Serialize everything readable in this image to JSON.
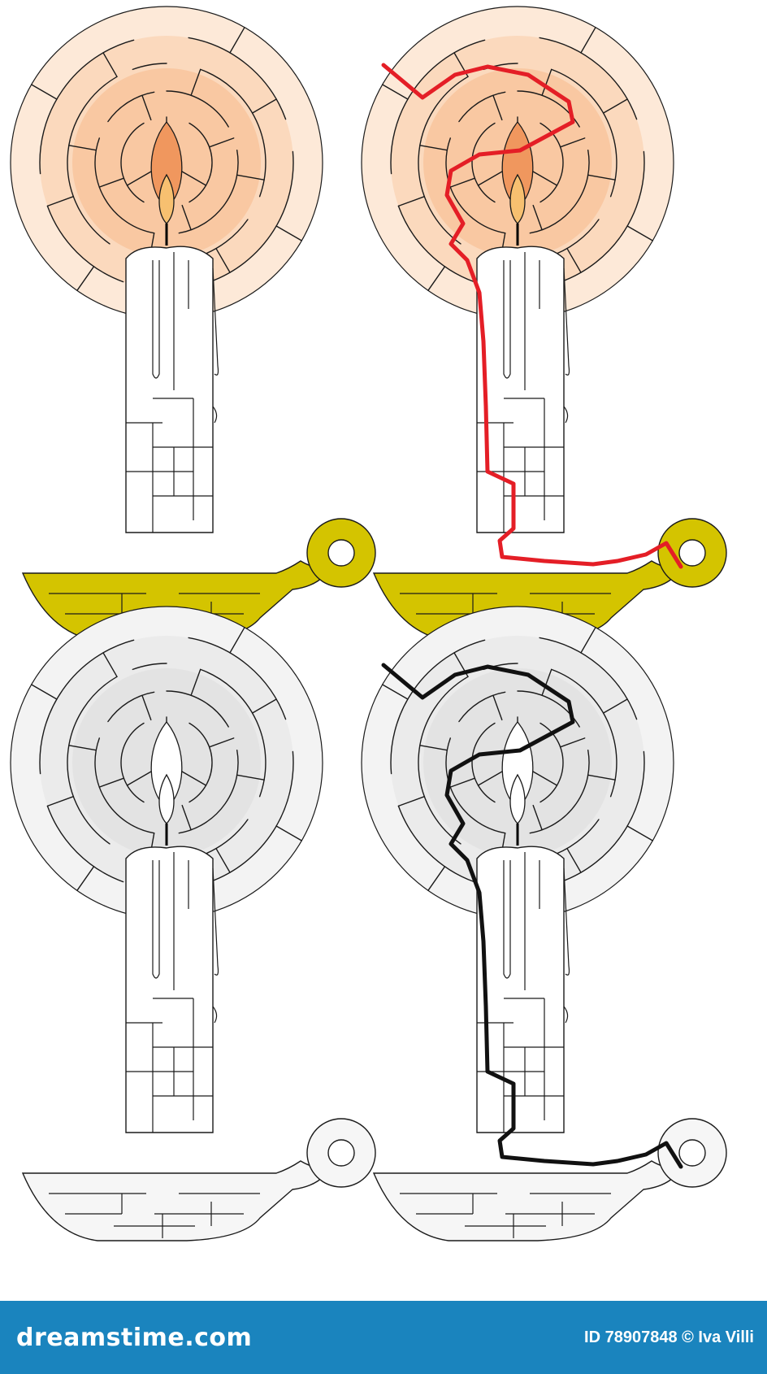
{
  "footer": {
    "logo_text": "dreamstime.com",
    "credit": "ID 78907848 © Iva Villi"
  },
  "palettes": {
    "colored": {
      "halo_outer": "#fde9d8",
      "halo_mid": "#fbd9bd",
      "halo_inner": "#f9c8a2",
      "flame_outer": "#f0975e",
      "flame_inner": "#f7c070",
      "holder": "#d4c400",
      "candle": "#ffffff"
    },
    "gray": {
      "halo_outer": "#f3f3f3",
      "halo_mid": "#ebebeb",
      "halo_inner": "#e3e3e3",
      "flame_outer": "#ffffff",
      "flame_inner": "#ffffff",
      "holder": "#f6f6f6",
      "candle": "#ffffff"
    }
  },
  "solution_colors": {
    "top_right": "#e41e26",
    "bottom_right": "#111111"
  },
  "mazes": [
    {
      "id": "maze-colored-unsolved",
      "palette": "colored",
      "solution": null
    },
    {
      "id": "maze-colored-solved",
      "palette": "colored",
      "solution": "top_right"
    },
    {
      "id": "maze-gray-unsolved",
      "palette": "gray",
      "solution": null
    },
    {
      "id": "maze-gray-solved",
      "palette": "gray",
      "solution": "bottom_right"
    }
  ]
}
